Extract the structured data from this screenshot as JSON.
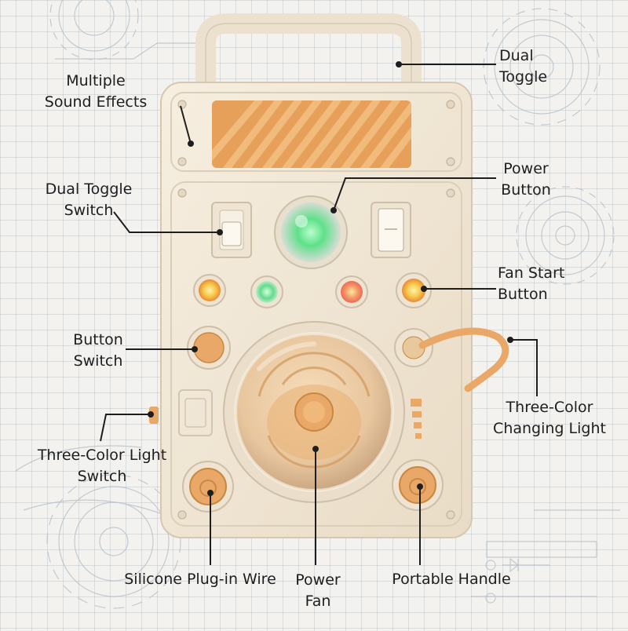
{
  "colors": {
    "body": "#f1e7d6",
    "body_edge": "#d9ccb6",
    "orange": "#e9a867",
    "orange_dark": "#c98842",
    "ink": "#1e1e1e",
    "green_led": "#5fe08a",
    "yellow_led": "#f7c94a",
    "red_led": "#f07a5a"
  },
  "labels": {
    "multiple_sound_effects": [
      "Multiple",
      "Sound Effects"
    ],
    "dual_toggle_top": [
      "Dual",
      "Toggle"
    ],
    "dual_toggle_switch": [
      "Dual Toggle",
      "Switch"
    ],
    "power_button": [
      "Power",
      "Button"
    ],
    "fan_start_button": [
      "Fan Start",
      "Button"
    ],
    "button_switch": [
      "Button",
      "Switch"
    ],
    "three_color_changing_light": [
      "Three-Color",
      "Changing Light"
    ],
    "three_color_light_switch": [
      "Three-Color Light",
      "Switch"
    ],
    "silicone_plug_in_wire": [
      "Silicone Plug-in Wire"
    ],
    "power_fan": [
      "Power",
      "Fan"
    ],
    "portable_handle": [
      "Portable Handle"
    ]
  },
  "icons": [
    "gear-icon",
    "diode-symbol-icon",
    "speaker-grille-icon"
  ]
}
